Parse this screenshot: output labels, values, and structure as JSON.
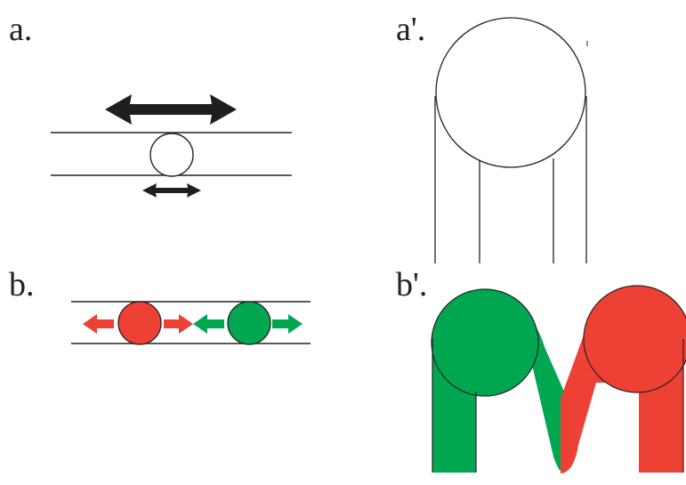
{
  "panels": {
    "a": {
      "label": "a."
    },
    "a_prime": {
      "label": "a'."
    },
    "b": {
      "label": "b."
    },
    "b_prime": {
      "label": "b'."
    }
  },
  "colors": {
    "line": "#222222",
    "arrow_black": "#1f1f1f",
    "red": "#ee4136",
    "green": "#00a650",
    "background": "#ffffff"
  }
}
